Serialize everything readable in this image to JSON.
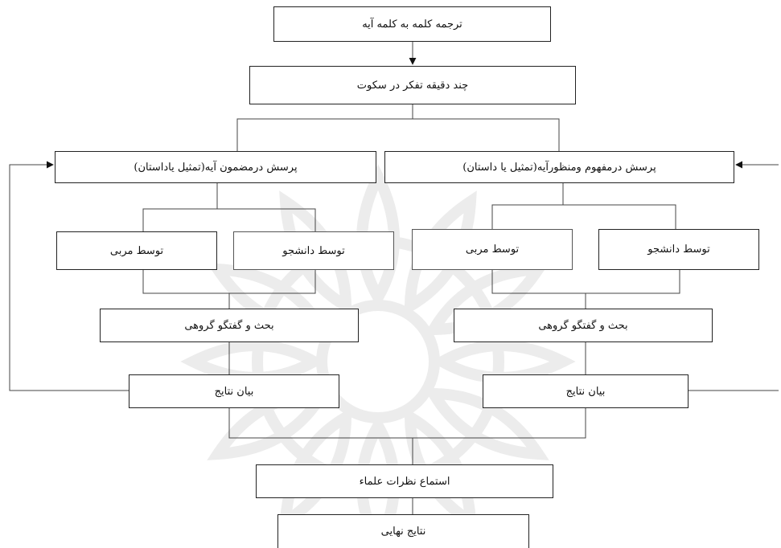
{
  "nodes": {
    "translate": "ترجمه کلمه به کلمه آیه",
    "reflect": "چند دقیقه تفکر در سکوت",
    "q_left": "پرسش درمضمون آیه(تمثیل یاداستان)",
    "q_right": "پرسش درمفهوم ومنظورآیه(تمثیل یا داستان)",
    "l_teacher": "توسط مربی",
    "l_student": "توسط دانشجو",
    "r_teacher": "توسط مربی",
    "r_student": "توسط دانشجو",
    "l_discuss": "بحث و گفتگو گروهی",
    "r_discuss": "بحث و گفتگو گروهی",
    "l_results": "بیان نتایج",
    "r_results": "بیان نتایج",
    "scholars": "استماع نظرات علماء",
    "final": "نتایج نهایی"
  }
}
